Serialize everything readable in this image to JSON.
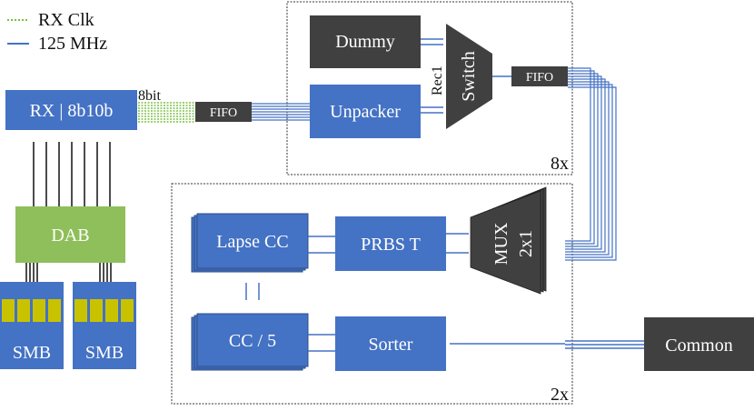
{
  "legend": {
    "items": [
      {
        "label": "RX Clk",
        "style": "dotted",
        "color": "#7ac143"
      },
      {
        "label": "125 MHz",
        "style": "solid",
        "color": "#4472c4"
      }
    ]
  },
  "blocks": {
    "rx": "RX | 8b10b",
    "bit_label": "8bit",
    "fifo_in": "FIFO",
    "dummy": "Dummy",
    "unpacker": "Unpacker",
    "switch": "Switch",
    "rec": "Rec1",
    "fifo_out": "FIFO",
    "dab": "DAB",
    "smb_left": "SMB",
    "smb_right": "SMB",
    "lapse_cc": "Lapse CC",
    "prbs_t": "PRBS T",
    "mux": "MUX",
    "mux_size": "2x1",
    "cc5": "CC / 5",
    "sorter": "Sorter",
    "common": "Common"
  },
  "groups": {
    "upper_multiplicity": "8x",
    "lower_multiplicity": "2x"
  },
  "colors": {
    "block_blue": "#4472c4",
    "block_dark": "#404040",
    "dab_green": "#8fbf5a",
    "smb_yellow": "#c9c200",
    "line_blue": "#4472c4",
    "rx_green": "#7ac143"
  }
}
